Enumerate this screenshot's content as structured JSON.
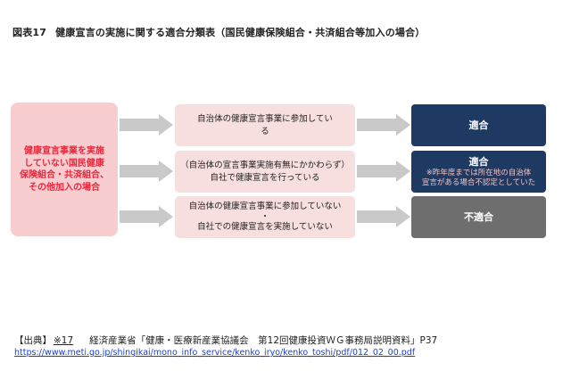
{
  "title": {
    "figure_no": "図表17",
    "text": "健康宣言の実施に関する適合分類表（国民健康保険組合・共済組合等加入の場合）"
  },
  "left_box": {
    "lines": [
      "健康宣言事業を実施",
      "していない国民健康",
      "保険組合・共済組合、",
      "その他加入の場合"
    ]
  },
  "conditions": [
    {
      "lines": [
        "自治体の健康宣言事業に参加してい",
        "る"
      ]
    },
    {
      "lines": [
        "（自治体の宣言事業実施有無にかかわらず）",
        "自社で健康宣言を行っている"
      ]
    },
    {
      "lines": [
        "自治体の健康宣言事業に参加していない",
        "・",
        "自社での健康宣言を実施していない"
      ]
    }
  ],
  "results": [
    {
      "label": "適合",
      "note": [],
      "color": "#1e3a62"
    },
    {
      "label": "適合",
      "note": [
        "※昨年度までは所在地の自治体",
        "宣言がある場合不認定としていた"
      ],
      "color": "#1e3a62"
    },
    {
      "label": "不適合",
      "note": [],
      "color": "#6e6e6e"
    }
  ],
  "colors": {
    "left_box_bg": "#f8cdd0",
    "left_box_text": "#e8283c",
    "condition_bg": "#f7dedf",
    "arrow": "#c9c9c9"
  },
  "source": {
    "label": "【出典】",
    "mark": "※17",
    "publication": "経済産業省「健康・医療新産業協議会　第12回健康投資ＷＧ事務局説明資料」P37",
    "url": "https://www.meti.go.jp/shingikai/mono_info_service/kenko_iryo/kenko_toshi/pdf/012_02_00.pdf"
  }
}
